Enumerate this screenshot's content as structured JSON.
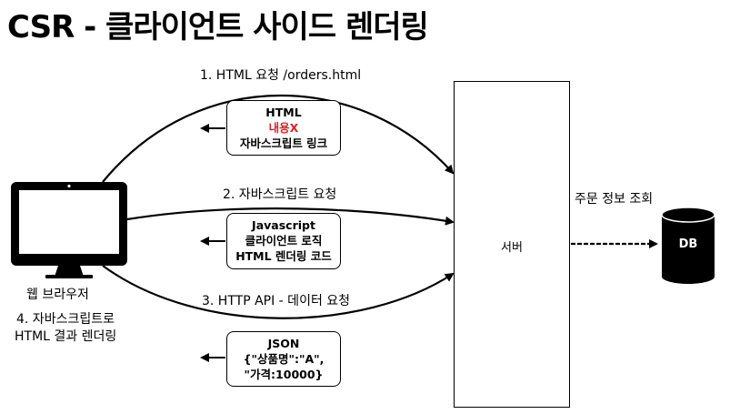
{
  "title": "CSR - 클라이언트 사이드 렌더링",
  "steps": [
    {
      "label": "1. HTML 요청 /orders.html"
    },
    {
      "label": "2. 자바스크립트 요청"
    },
    {
      "label": "3. HTTP API -  데이터 요청"
    }
  ],
  "responses": [
    {
      "lines": [
        "HTML",
        "내용X",
        "자바스크립트 링크"
      ]
    },
    {
      "lines": [
        "Javascript",
        "클라이언트 로직",
        "HTML 렌더링 코드"
      ]
    },
    {
      "lines": [
        "JSON",
        "{\"상품명\":\"A\",",
        "\"가격:10000}"
      ]
    }
  ],
  "browser": {
    "label": "웹 브라우저",
    "render_line1": "4. 자바스크립트로",
    "render_line2": "HTML 결과 렌더링"
  },
  "server": {
    "label": "서버"
  },
  "db_query": {
    "label": "주문 정보 조회"
  },
  "db": {
    "label": "DB"
  },
  "colors": {
    "highlight": "#e02020",
    "stroke": "#000000"
  }
}
